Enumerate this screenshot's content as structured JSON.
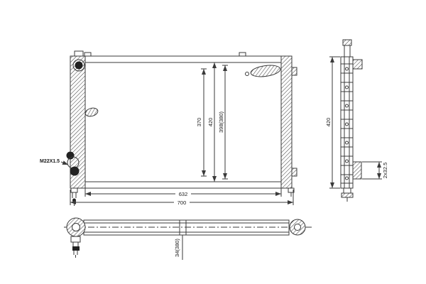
{
  "colors": {
    "background": "#ffffff",
    "line": "#3a3a3a",
    "text": "#1a1a1a"
  },
  "views": {
    "front": {
      "labels": {
        "thread": "M22X1.5",
        "height_inner": "370",
        "height_overall": "420",
        "height_core": "398(380)",
        "width_core": "632",
        "width_overall": "700"
      }
    },
    "side": {
      "labels": {
        "height": "420",
        "pipe": "2x32.5"
      }
    },
    "bottom": {
      "labels": {
        "depth": "34(380)"
      }
    }
  }
}
